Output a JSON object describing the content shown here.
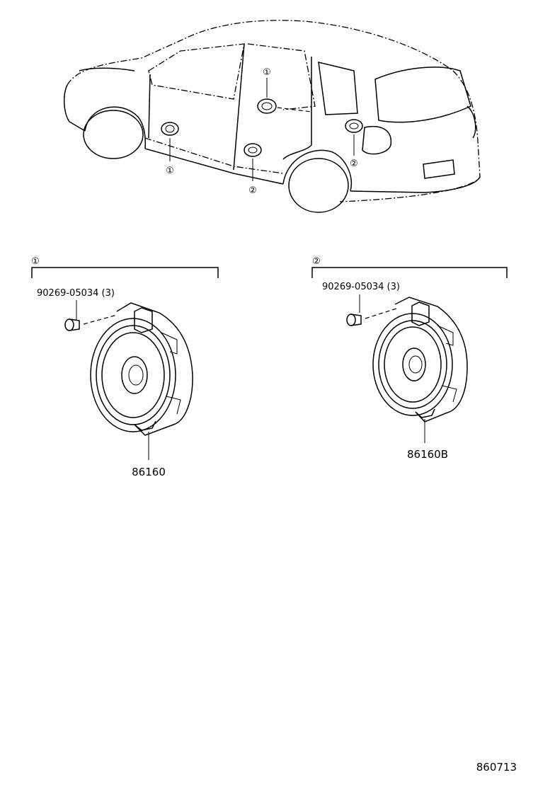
{
  "callouts": {
    "one": "①",
    "two": "②"
  },
  "group1": {
    "marker": "①",
    "screw_label": "90269-05034 (3)",
    "part_number": "86160"
  },
  "group2": {
    "marker": "②",
    "screw_label": "90269-05034 (3)",
    "part_number": "86160B"
  },
  "footer": {
    "illustration_number": "860713"
  }
}
